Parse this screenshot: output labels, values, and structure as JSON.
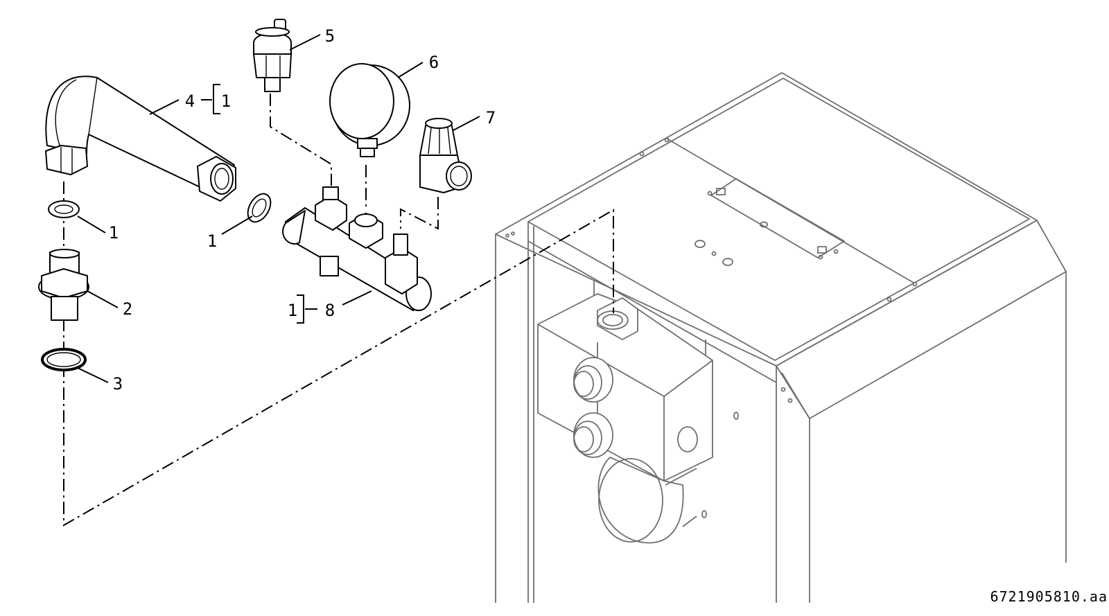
{
  "diagram": {
    "callouts": [
      {
        "id": "c5",
        "text": "5"
      },
      {
        "id": "c6",
        "text": "6"
      },
      {
        "id": "c7",
        "text": "7"
      },
      {
        "id": "c4",
        "text": "4"
      },
      {
        "id": "c4sub",
        "text": "1"
      },
      {
        "id": "c1a",
        "text": "1"
      },
      {
        "id": "c1b",
        "text": "1"
      },
      {
        "id": "c2",
        "text": "2"
      },
      {
        "id": "c3",
        "text": "3"
      },
      {
        "id": "c8sub",
        "text": "1"
      },
      {
        "id": "c8",
        "text": "8"
      }
    ],
    "document_id": "6721905810.aa"
  }
}
